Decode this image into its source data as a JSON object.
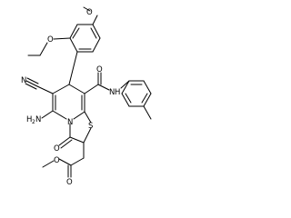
{
  "molecule": {
    "labels": {
      "o_methoxy_top": "O",
      "o_methoxy_left": "O",
      "n_cyano": "N",
      "n_amide": "N",
      "h_amide": "H",
      "o_amide": "O",
      "h2_amino": "H",
      "sub2": "2",
      "n_amino": "N",
      "n_ring": "N",
      "s_ring": "S",
      "o_lactam": "O",
      "o_ester_carbonyl": "O",
      "o_ester": "O"
    }
  }
}
